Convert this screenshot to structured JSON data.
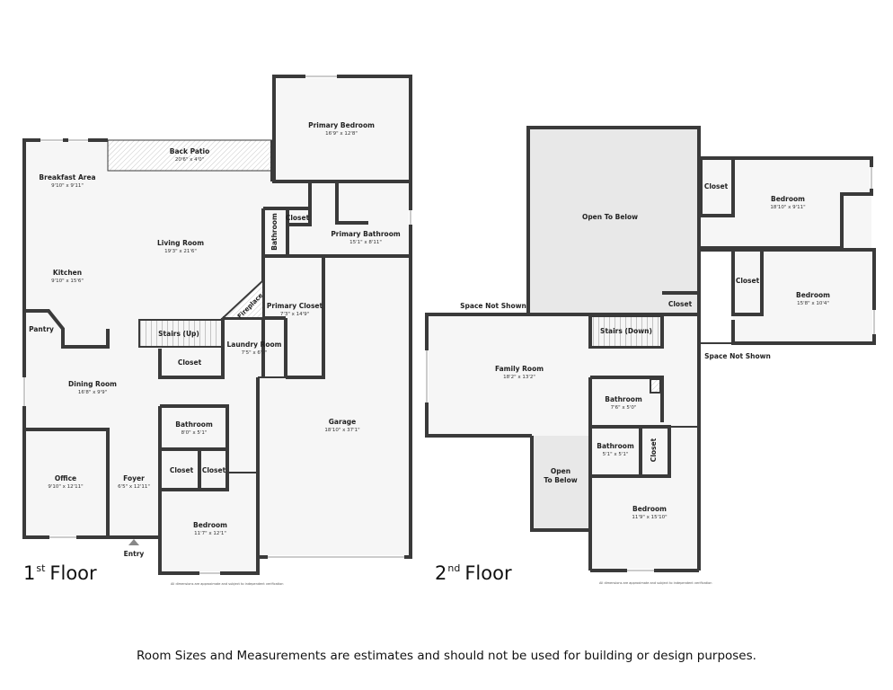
{
  "floors": [
    {
      "title_number": "1",
      "title_suffix": "st",
      "title_word": "Floor",
      "note": "All dimensions are approximate and subject to independent verification",
      "rooms": {
        "back_patio": {
          "name": "Back Patio",
          "dims": "20'6\" x 4'0\""
        },
        "primary_bedroom": {
          "name": "Primary Bedroom",
          "dims": "16'9\" x 12'8\""
        },
        "breakfast_area": {
          "name": "Breakfast Area",
          "dims": "9'10\" x 9'11\""
        },
        "living_room": {
          "name": "Living Room",
          "dims": "19'3\" x 21'6\""
        },
        "kitchen": {
          "name": "Kitchen",
          "dims": "9'10\" x 15'6\""
        },
        "pantry": {
          "name": "Pantry",
          "dims": ""
        },
        "bathroom_small": {
          "name": "Bathroom",
          "dims": ""
        },
        "closet_upper": {
          "name": "Closet",
          "dims": ""
        },
        "primary_bathroom": {
          "name": "Primary Bathroom",
          "dims": "15'1\" x 8'11\""
        },
        "fireplace": {
          "name": "Fireplace",
          "dims": ""
        },
        "primary_closet": {
          "name": "Primary Closet",
          "dims": "7'3\" x 14'9\""
        },
        "stairs_up": {
          "name": "Stairs (Up)",
          "dims": ""
        },
        "laundry_room": {
          "name": "Laundry Room",
          "dims": "7'5\" x 6'9\""
        },
        "closet_stairs": {
          "name": "Closet",
          "dims": ""
        },
        "dining_room": {
          "name": "Dining Room",
          "dims": "16'8\" x 9'9\""
        },
        "garage": {
          "name": "Garage",
          "dims": "18'10\" x 37'1\""
        },
        "bathroom_lower": {
          "name": "Bathroom",
          "dims": "8'0\" x 5'1\""
        },
        "office": {
          "name": "Office",
          "dims": "9'10\" x 12'11\""
        },
        "foyer": {
          "name": "Foyer",
          "dims": "6'5\" x 12'11\""
        },
        "closet_a": {
          "name": "Closet",
          "dims": ""
        },
        "closet_b": {
          "name": "Closet",
          "dims": ""
        },
        "bedroom": {
          "name": "Bedroom",
          "dims": "11'7\" x 12'1\""
        },
        "entry": {
          "name": "Entry",
          "dims": ""
        }
      }
    },
    {
      "title_number": "2",
      "title_suffix": "nd",
      "title_word": "Floor",
      "note": "All dimensions are approximate and subject to independent verification",
      "rooms": {
        "open_to_below_top": {
          "name": "Open To Below",
          "dims": ""
        },
        "closet_top": {
          "name": "Closet",
          "dims": ""
        },
        "bedroom_top": {
          "name": "Bedroom",
          "dims": "18'10\" x 9'11\""
        },
        "closet_mid": {
          "name": "Closet",
          "dims": ""
        },
        "bedroom_mid": {
          "name": "Bedroom",
          "dims": "15'8\" x 10'4\""
        },
        "space_not_shown_left": {
          "name": "Space Not Shown",
          "dims": ""
        },
        "closet_small": {
          "name": "Closet",
          "dims": ""
        },
        "stairs_down": {
          "name": "Stairs (Down)",
          "dims": ""
        },
        "space_not_shown_right": {
          "name": "Space Not Shown",
          "dims": ""
        },
        "family_room": {
          "name": "Family Room",
          "dims": "18'2\" x 13'2\""
        },
        "bathroom_a": {
          "name": "Bathroom",
          "dims": "7'6\" x 5'0\""
        },
        "bathroom_b": {
          "name": "Bathroom",
          "dims": "5'1\" x 5'1\""
        },
        "closet_vertical": {
          "name": "Closet",
          "dims": ""
        },
        "open_to_below_line1": {
          "name": "Open",
          "dims": ""
        },
        "open_to_below_line2": {
          "name": "To Below",
          "dims": ""
        },
        "bedroom_bottom": {
          "name": "Bedroom",
          "dims": "11'9\" x 15'10\""
        }
      }
    }
  ],
  "disclaimer": "Room Sizes and Measurements are estimates and should not be used for building or design purposes."
}
